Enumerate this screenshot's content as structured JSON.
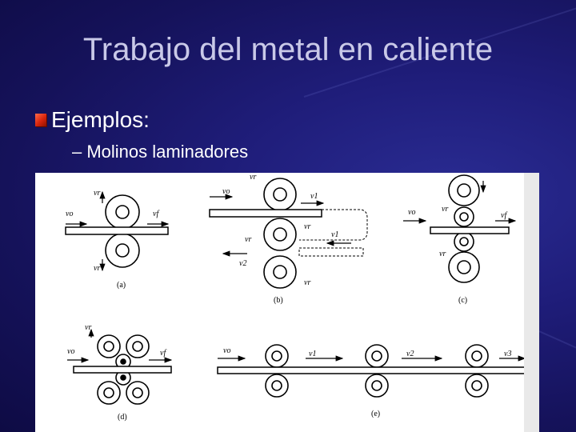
{
  "slide": {
    "title": "Trabajo del metal en caliente",
    "bullet": "Ejemplos:",
    "sub_bullet": "– Molinos laminadores"
  },
  "figure": {
    "a": {
      "caption": "(a)",
      "labels": [
        "vr",
        "vo",
        "vf",
        "vr"
      ]
    },
    "b": {
      "caption": "(b)",
      "labels": [
        "vr",
        "vo",
        "v1",
        "vr",
        "v1",
        "vr",
        "v2",
        "vr"
      ]
    },
    "c": {
      "caption": "(c)",
      "labels": [
        "vo",
        "vr",
        "vf",
        "vr"
      ]
    },
    "d": {
      "caption": "(d)",
      "labels": [
        "vr",
        "vo",
        "vf"
      ]
    },
    "e": {
      "caption": "(e)",
      "labels": [
        "vo",
        "v1",
        "v2",
        "v3"
      ]
    }
  },
  "colors": {
    "background": "#1b1a6e",
    "title": "#c9c9e8",
    "bullet": "#d8240c",
    "text": "#ffffff"
  }
}
